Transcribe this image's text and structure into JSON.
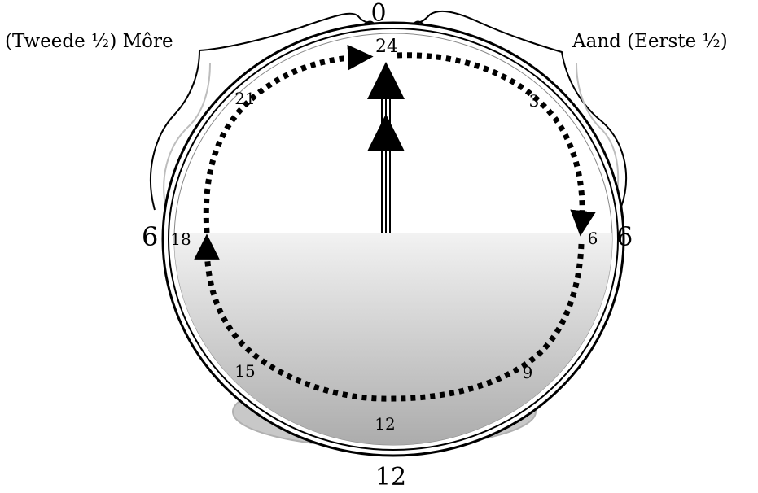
{
  "labels": {
    "top_zero": "0",
    "bottom_twelve": "12",
    "left_six": "6",
    "right_six": "6",
    "left_caption": "(Tweede ½) Môre",
    "right_caption": "Aand (Eerste ½)"
  },
  "hour_marks": [
    {
      "name": "hour-24",
      "text": "24"
    },
    {
      "name": "hour-3",
      "text": "3"
    },
    {
      "name": "hour-6",
      "text": "6"
    },
    {
      "name": "hour-9",
      "text": "9"
    },
    {
      "name": "hour-12",
      "text": "12"
    },
    {
      "name": "hour-15",
      "text": "15"
    },
    {
      "name": "hour-18",
      "text": "18"
    },
    {
      "name": "hour-21",
      "text": "21"
    }
  ],
  "colors": {
    "ink": "#000000",
    "shade_top": "#f2f2f2",
    "shade_bottom": "#a9a9a9",
    "shadow": "#c8c8c8",
    "frame_grey": "#bdbdbd"
  }
}
